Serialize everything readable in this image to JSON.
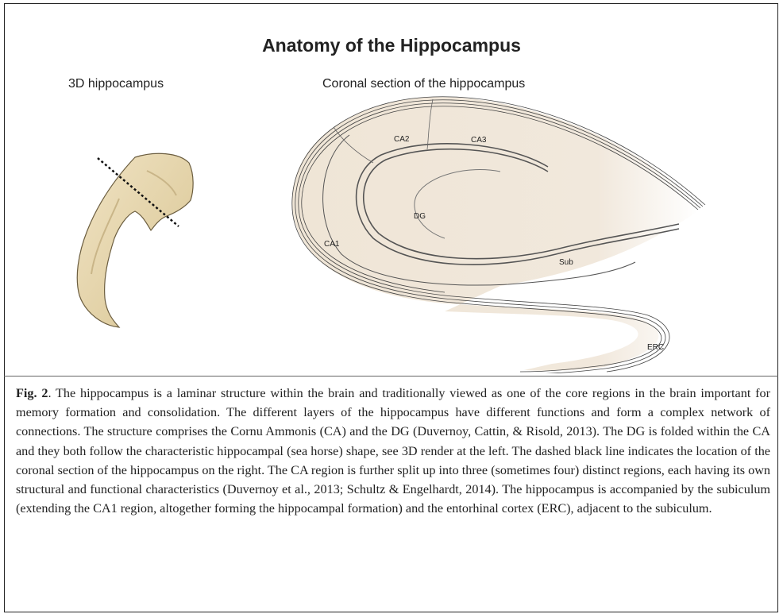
{
  "title": "Anatomy of the Hippocampus",
  "panels": {
    "left_label": "3D hippocampus",
    "right_label": "Coronal section of the hippocampus"
  },
  "regions": {
    "ca2": "CA2",
    "ca3": "CA3",
    "dg": "DG",
    "ca1": "CA1",
    "sub": "Sub",
    "erc": "ERC"
  },
  "caption": {
    "label": "Fig. 2",
    "text": ". The hippocampus is a laminar structure within the brain and traditionally viewed as one of the core regions in the brain important for memory formation and consolidation. The different layers of the hippocampus have different functions and form a complex network of connections. The structure comprises the Cornu Ammonis (CA) and the DG (Duvernoy, Cattin, & Risold, 2013). The DG is folded within the CA and they both follow the characteristic hippocampal (sea horse) shape, see 3D render at the left. The dashed black line indicates the location of the coronal section of the hippocampus on the right. The CA region is further split up into three (sometimes four) distinct regions, each having its own structural and functional characteristics (Duvernoy et al., 2013; Schultz & Engelhardt, 2014). The hippocampus is accompanied by the subiculum (extending the CA1 region, altogether forming the hippocampal formation) and the entorhinal cortex (ERC), adjacent to the subiculum."
  },
  "colors": {
    "tissue": "#efe5d6",
    "render": "#e6d6b0",
    "outline": "#444444"
  }
}
